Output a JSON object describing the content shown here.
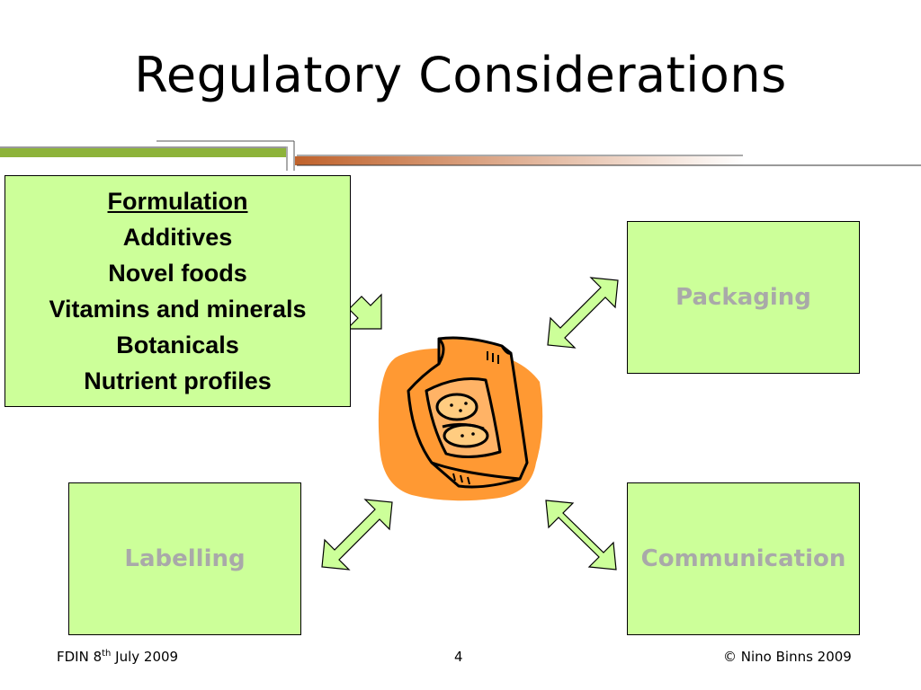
{
  "slide": {
    "title": "Regulatory Considerations"
  },
  "formulation_box": {
    "heading": "Formulation",
    "items": [
      "Additives",
      "Novel foods",
      "Vitamins and minerals",
      "Botanicals",
      "Nutrient profiles"
    ]
  },
  "boxes": {
    "packaging": "Packaging",
    "labelling": "Labelling",
    "communication": "Communication"
  },
  "colors": {
    "box_fill": "#ccff99",
    "box_label": "#a9a9a9",
    "arrow_fill": "#ccff99",
    "accent_green": "#8db33a",
    "accent_rust": "#c0622b",
    "clipart_orange": "#ff9933"
  },
  "icons": {
    "center": "food-bag-icon"
  },
  "footer": {
    "left_prefix": "FDIN 8",
    "left_sup": "th",
    "left_suffix": " July 2009",
    "page_number": "4",
    "copyright": "© Nino Binns 2009"
  }
}
